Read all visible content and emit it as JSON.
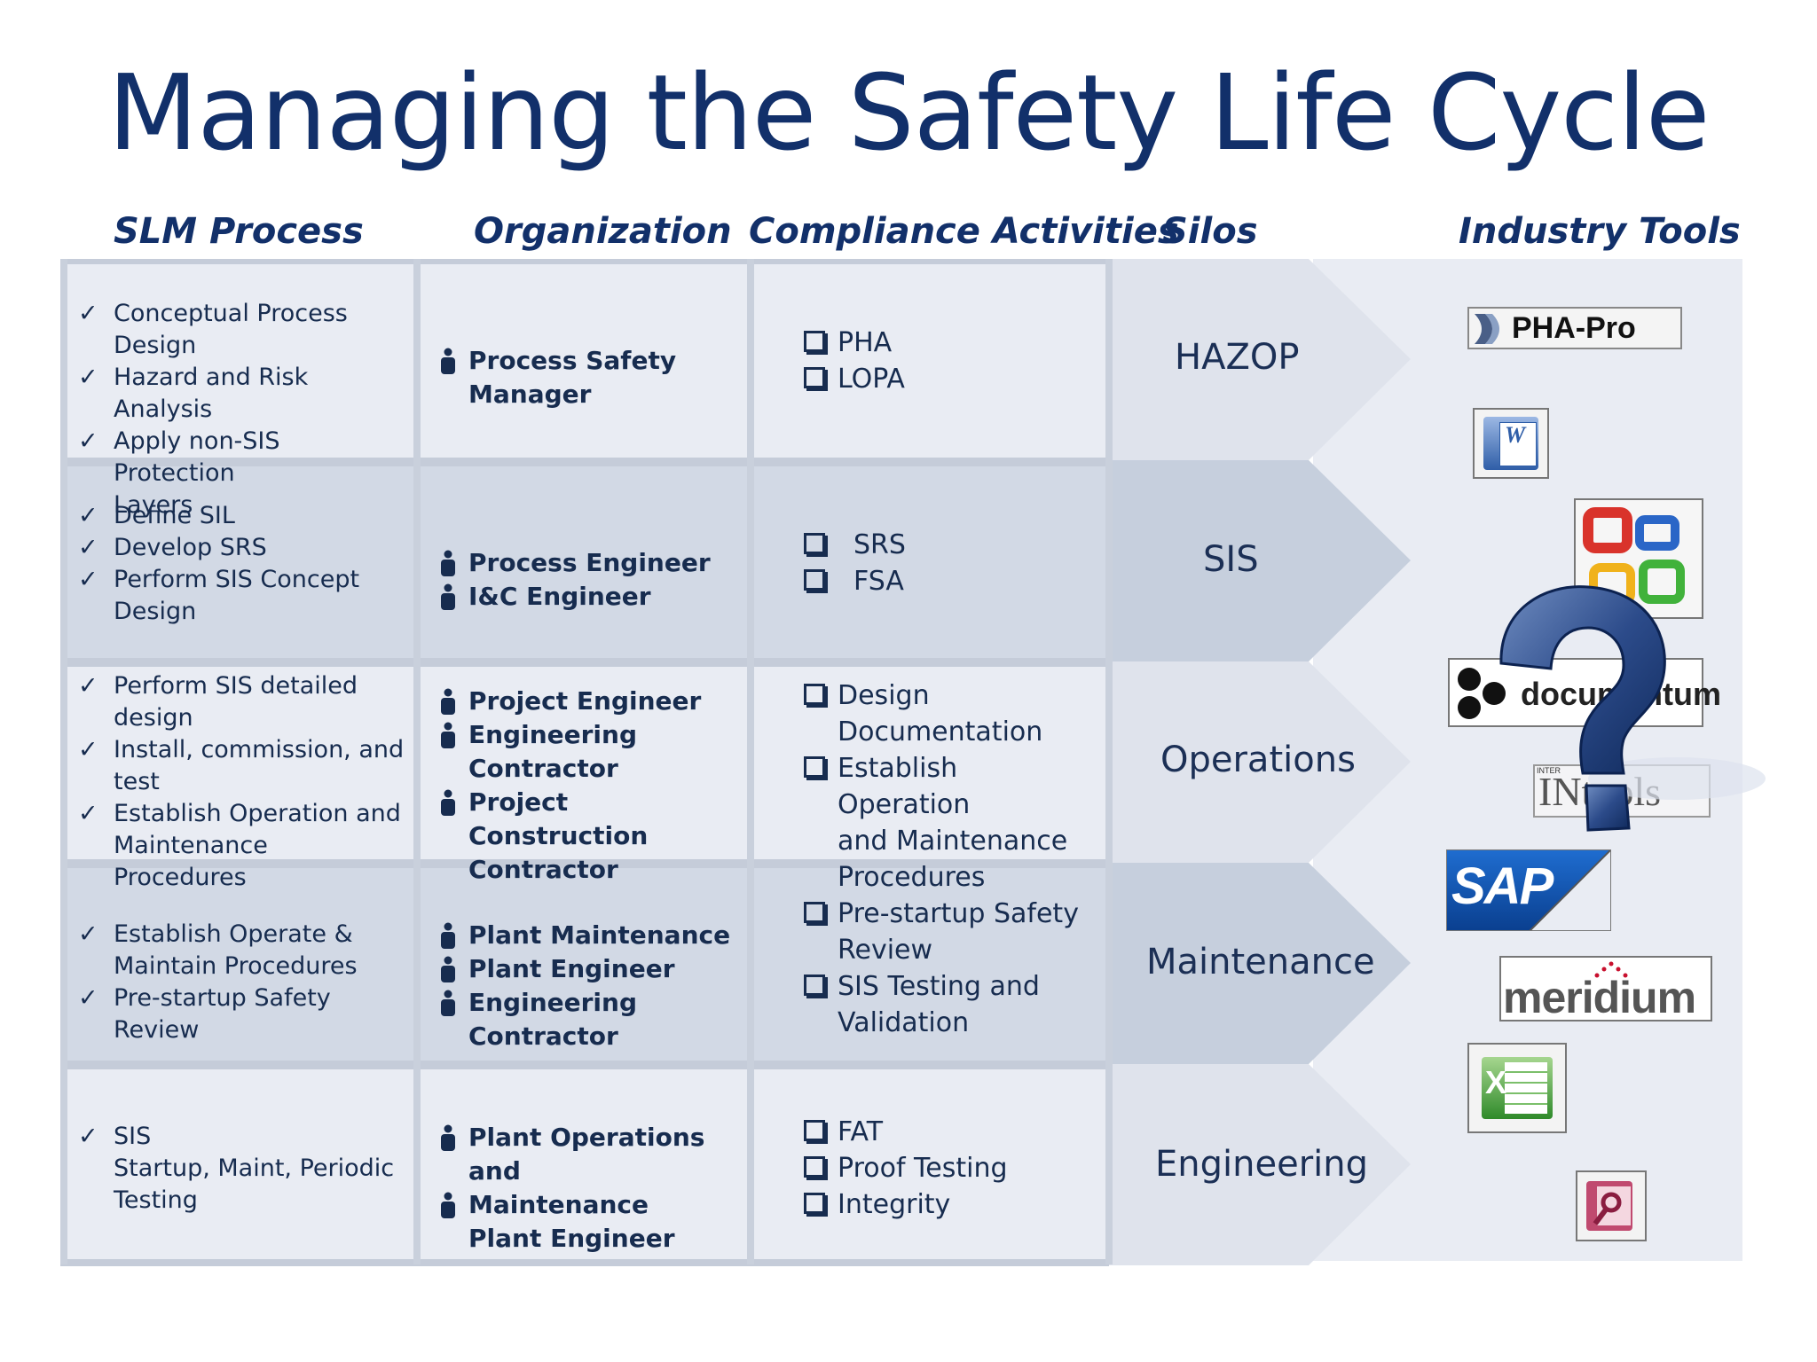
{
  "title": "Managing the Safety Life Cycle",
  "headers": {
    "slm": "SLM Process",
    "org": "Organization",
    "comp": "Compliance Activities",
    "silos": "Silos",
    "tools": "Industry Tools"
  },
  "rows": [
    {
      "slm": [
        "Conceptual Process Design",
        "Hazard and Risk Analysis",
        "Apply non-SIS Protection",
        "Layers"
      ],
      "org": [
        "Process Safety Manager"
      ],
      "comp": [
        "PHA",
        "LOPA"
      ],
      "silo": "HAZOP"
    },
    {
      "slm": [
        "Define SIL",
        "Develop SRS",
        "Perform SIS Concept",
        "Design"
      ],
      "org": [
        "Process Engineer",
        "I&C Engineer"
      ],
      "comp": [
        "SRS",
        "FSA"
      ],
      "silo": "SIS"
    },
    {
      "slm": [
        "Perform SIS detailed",
        "design",
        "Install, commission, and",
        "test",
        "Establish Operation and",
        "Maintenance Procedures"
      ],
      "org": [
        "Project Engineer",
        "Engineering Contractor",
        "Project Construction",
        "Contractor"
      ],
      "comp": [
        "Design",
        "Documentation",
        "Establish Operation",
        "and Maintenance",
        "Procedures"
      ],
      "silo": "Operations"
    },
    {
      "slm": [
        "Establish Operate &",
        "Maintain Procedures",
        "Pre-startup Safety Review"
      ],
      "org": [
        "Plant Maintenance",
        "Plant Engineer",
        "Engineering Contractor"
      ],
      "comp": [
        "Pre-startup Safety",
        "Review",
        "SIS Testing and",
        "Validation"
      ],
      "silo": "Maintenance"
    },
    {
      "slm": [
        "SIS",
        "Startup, Maint, Periodic",
        "Testing"
      ],
      "org": [
        "Plant Operations and",
        "Maintenance",
        "Plant Engineer"
      ],
      "comp": [
        "FAT",
        "Proof Testing",
        "Integrity"
      ],
      "silo": "Engineering"
    }
  ],
  "tools": {
    "pha_pro": "PHA-Pro",
    "word": "W",
    "documentum": "documentum",
    "intools": "INtools",
    "intools_small": "INTER",
    "sap": "SAP",
    "meridium": "meridium",
    "excel": "X"
  },
  "icons": {
    "check": "✓",
    "person": "person-icon",
    "box": "checkbox-icon"
  },
  "colors": {
    "title": "#12306a",
    "row_light": "#e9ecf3",
    "row_dark": "#d2d9e5",
    "chevron_light": "#dfe3ec",
    "chevron_dark": "#c6cfdd"
  }
}
